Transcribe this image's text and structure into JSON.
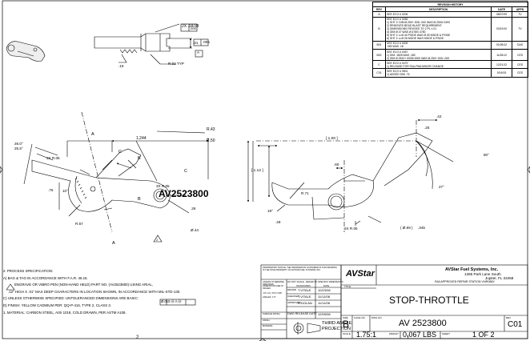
{
  "revision_history": {
    "title": "REVISION HISTORY",
    "headers": [
      "REV",
      "DESCRIPTION",
      "DATE",
      "APPD"
    ],
    "rows": [
      {
        "rev": "A",
        "desc": [
          "SEE ECO # 0206"
        ],
        "date": "08/07/09",
        "appd": "TV"
      },
      {
        "rev": "B",
        "desc": [
          "SEE ECO # 0265",
          "1) SHT 2: DIM Ø.250+.003/-.000 WAS Ø.2500/.2490",
          "2) REMOVED BEAD BLAST REQUIREMENT",
          "3) DIMENSIONS REVISED TO 2 PL ±.01",
          "4) DIM Ø.47 WAS Ø.4780/.4780",
          "5) SHT 2: ⌀ Ø.40 PSIDE WAS Ø.39 NSIDE & PSIDE",
          "6) SHT 2: ⌀ Ø.26 NSIDE WAS NSIDE & PSIDE"
        ],
        "date": "03/19/10",
        "appd": "TV"
      },
      {
        "rev": "B01",
        "desc": [
          "SEE ECO # 0405",
          ".080 WAS .18"
        ],
        "date": "01/05/12",
        "appd": "DAS"
      },
      {
        "rev": "B02",
        "desc": [
          "SEE ECO # 0457",
          "1) DIM .1828 WAS .180",
          "2) DIM Ø.2510+.0005/.0000 WAS Ø.250+.003/-.000"
        ],
        "date": "11/26/12",
        "appd": "CES"
      },
      {
        "rev": "C",
        "desc": [
          "SEE ECO # 0479",
          "1) RELEASE FOR FAA-PMA MINOR CHANGE"
        ],
        "date": "12/21/12",
        "appd": "CES"
      },
      {
        "rev": "C01",
        "desc": [
          "SEE ECO # 0501",
          "1) ADDED DIM .76"
        ],
        "date": "5/16/15",
        "appd": "CES"
      }
    ]
  },
  "dimensions": {
    "flatness": ".005",
    "datum_a": "A",
    "chamfer": "2X .18/38",
    "chamfer_tol": ".005",
    "dim_31": ".31",
    "r_typ": "R.02 TYP",
    "dim_16": ".16",
    "dim_1244": "1.244",
    "r43": "R.43",
    "r50": "R.50",
    "deg26": "26.0°",
    "deg255": "25.5°",
    "r05_3x": "3X R.05",
    "dim_76": ".76",
    "deg10": "10°",
    "dim_26": ".26",
    "dia44": "Ø.44",
    "r57": "R.57",
    "r05_3x_b": "3X R.05",
    "dim_42": ".42",
    "dim_25": ".25",
    "dim_100": "[ 1.00 ]",
    "dim_60": ".60",
    "deg80": "80°",
    "dim_112": "[ 1.12 ]",
    "r71": "R.71",
    "deg27": "27°",
    "deg19": "19°",
    "dim_49": ".49",
    "dim_345": ".345",
    "r05_2x": "2X R.05",
    "dia69": "( Ø.69 )",
    "label_a": "A",
    "label_b": "B",
    "label_c": "C"
  },
  "part_number_mark": "AV2523800",
  "flag_label": "2",
  "notes": [
    "2. PROCESS SPECIFICATION:",
    "   A) BAG & TAG IN ACCORDANCE WITH F.A.R. 45.15.",
    "ENGRAVE OR VIBRO PEN (NON-HAND HELD) PART NO. (AV2523800) USING ARIAL,",
    ".12\" HIGH X .01\" MAX DEEP CHARACTERS IN LOCATION SHOWN, IN ACCORDANCE WITH MIL-STD-130.",
    "C) UNLESS OTHERWISE SPECIFIED: UNTOLERANCED DIMENSIONS ARE BASIC:",
    "D) FINISH: YELLOW CADMIUM PER: QQ-P-416, TYPE 2, CLASS 3.",
    "1. MATERIAL: CARBON STEEL, AISI 1018, COLD DRAWN, PER ASTM A108."
  ],
  "note_fcf": "Ø.015 Ⓜ A Ⓜ",
  "title_block": {
    "company": "AVStar Fuel Systems, Inc.",
    "address1": "1365 Park Lane South",
    "address2": "Jupiter, FL 33458",
    "faa": "FAA APPROVED REPAIR STATION VI4R088Y",
    "logo": "AVStar",
    "title": "STOP-THROTTLE",
    "size_label": "SIZE",
    "size": "B",
    "cage_label": "CAGE NO.",
    "dwg_label": "DWG NO.",
    "dwg_no": "AV 2523800",
    "rev_label": "REV",
    "rev": "C01",
    "scale_label": "SCALE",
    "scale": "1.75:1",
    "weight_label": "WEIGHT",
    "weight": "0.067 LBS",
    "sheet_label": "SHEET",
    "sheet": "1 OF 2",
    "third_angle": "THIRD ANGLE",
    "projection": "PROJECTION",
    "do_not_scale": "DO NOT SCALE - REFER TO SPECIFIC DIMENSIONS",
    "signatures_h": "SIGNATURES",
    "date_h": "DATE",
    "drawn_label": "DRAWN",
    "drawn_by": "T.VITALE",
    "drawn_date": "10/23/08",
    "checked_label": "CHECKED",
    "checked_by": "T.VITALE",
    "checked_date": "11/11/08",
    "approved_label": "APPROVED",
    "approved_by": "R.DOLAN",
    "approved_date": "11/11/08",
    "release_label": "DWG RELEASE DATE",
    "release_date": "12/09/08",
    "proprietary": "PROPRIETARY NOTICE: THE INFORMATION CONTAINED IN THIS DRAWING IS THE SOLE PROPERTY OF AVSTAR FUEL SYSTEMS, INC.",
    "tolerances": "UNLESS OTHERWISE SPECIFIED DIMENSIONS ARE IN INCHES",
    "surface": "SURFACE FINISH",
    "finish": "FINISH",
    "material": "MATERIAL",
    "angles": "ANGLES",
    "angle_tol": "±.5°",
    "decimals": ".XX ±.01  .XXX ±.005"
  },
  "border_zone_marks": [
    "2",
    "1"
  ]
}
